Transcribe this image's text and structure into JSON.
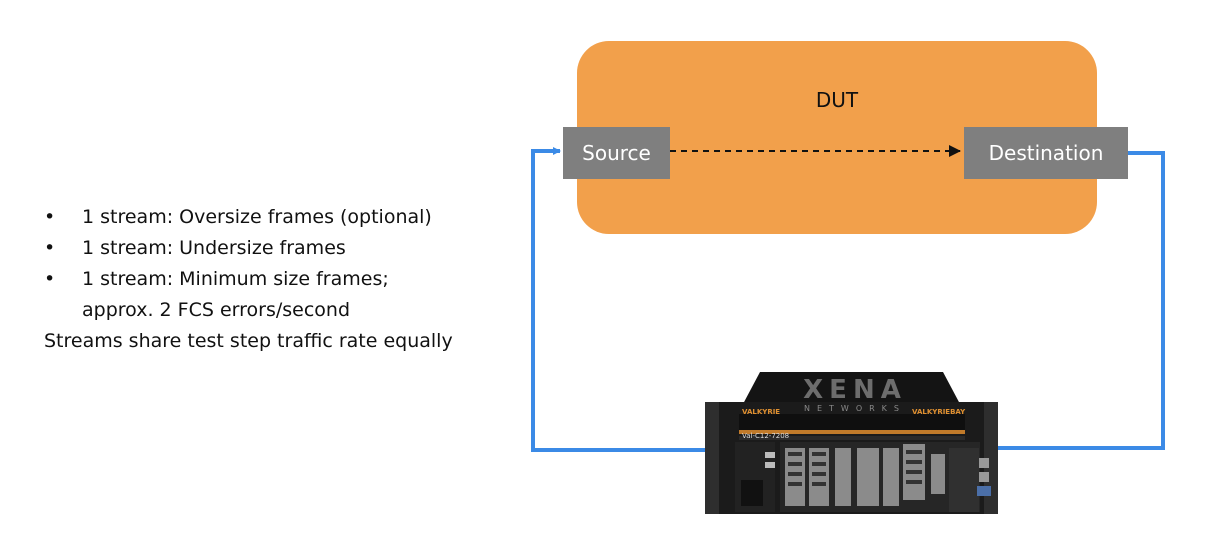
{
  "colors": {
    "dut_fill": "#f2a04b",
    "port_fill": "#7f7f7f",
    "link_blue": "#3b8ae6",
    "arrow_dash": "#111111"
  },
  "notes": {
    "bullets": [
      "1 stream: Oversize frames (optional)",
      "1 stream: Undersize frames",
      "1 stream: Minimum size frames;"
    ],
    "bullet_continuation": "approx. 2 FCS errors/second",
    "summary": "Streams share test step traffic rate equally"
  },
  "dut": {
    "title": "DUT",
    "source_label": "Source",
    "destination_label": "Destination"
  },
  "device": {
    "brand": "XENA",
    "brand_sub": "NETWORKS",
    "left_label": "VALKYRIE",
    "right_label": "VALKYRIEBAY",
    "model_label": "Val-C12-7208"
  }
}
